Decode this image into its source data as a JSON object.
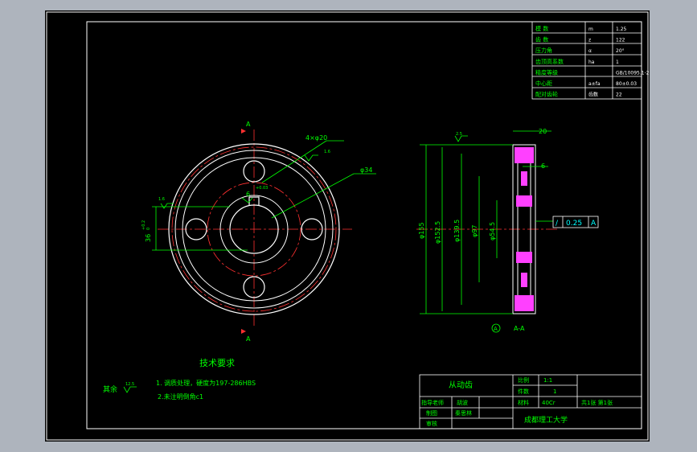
{
  "colors": {
    "background": "#aeb4bd",
    "canvas": "#000000",
    "frame": "#ffffff",
    "dimension": "#00ff00",
    "center": "#ff3030",
    "annotation": "#00ffff",
    "hatch": "#ff40ff"
  },
  "params_table": {
    "rows": [
      {
        "label": "模 数",
        "symbol": "m",
        "value": "1.25"
      },
      {
        "label": "齿 数",
        "symbol": "z",
        "value": "122"
      },
      {
        "label": "压力角",
        "symbol": "α",
        "value": "20°"
      },
      {
        "label": "齿顶高系数",
        "symbol": "ha",
        "value": "1"
      },
      {
        "label": "精度等级",
        "symbol": "",
        "value": "GB/10095.1-2"
      },
      {
        "label": "中心距",
        "symbol": "a±fa",
        "value": "80±0.03"
      },
      {
        "label": "配对齿轮",
        "symbol": "齿数",
        "value": "22"
      }
    ]
  },
  "front_view": {
    "section_mark": "A",
    "hole_label": "4×φ20",
    "bore_label": "φ34",
    "keyway_label": "6",
    "keyway_tol": "+0.03",
    "hub_label": "36",
    "hub_tol_upper": "+0.2",
    "hub_tol_lower": "0",
    "roughness": "1.6"
  },
  "side_view": {
    "dims": [
      "φ155",
      "φ152.5",
      "φ139.5",
      "φ97",
      "φ54.5"
    ],
    "width": "20",
    "web": "6",
    "roughness": "2.5",
    "tolerance_frame": {
      "symbol": "/",
      "value": "0.25",
      "datum": "A"
    },
    "datum_mark": "A",
    "section_label": "A-A"
  },
  "notes": {
    "title": "技术要求",
    "items": [
      "1. 调质处理，硬度为197-286HBS",
      "2.未注明倒角c1"
    ],
    "rest_label": "其余",
    "rest_roughness": "12.5"
  },
  "title_block": {
    "part_name": "从动齿",
    "scale_label": "比例",
    "scale_value": "1:1",
    "qty_label": "件数",
    "qty_value": "1",
    "material_label": "材料",
    "material_value": "40Cr",
    "sheets": "共1张  第1张",
    "instructor_label": "指导老师",
    "instructor_name": "胡波",
    "drawer_label": "制图",
    "drawer_name": "秦思林",
    "checker_label": "审核",
    "school": "成都理工大学"
  }
}
